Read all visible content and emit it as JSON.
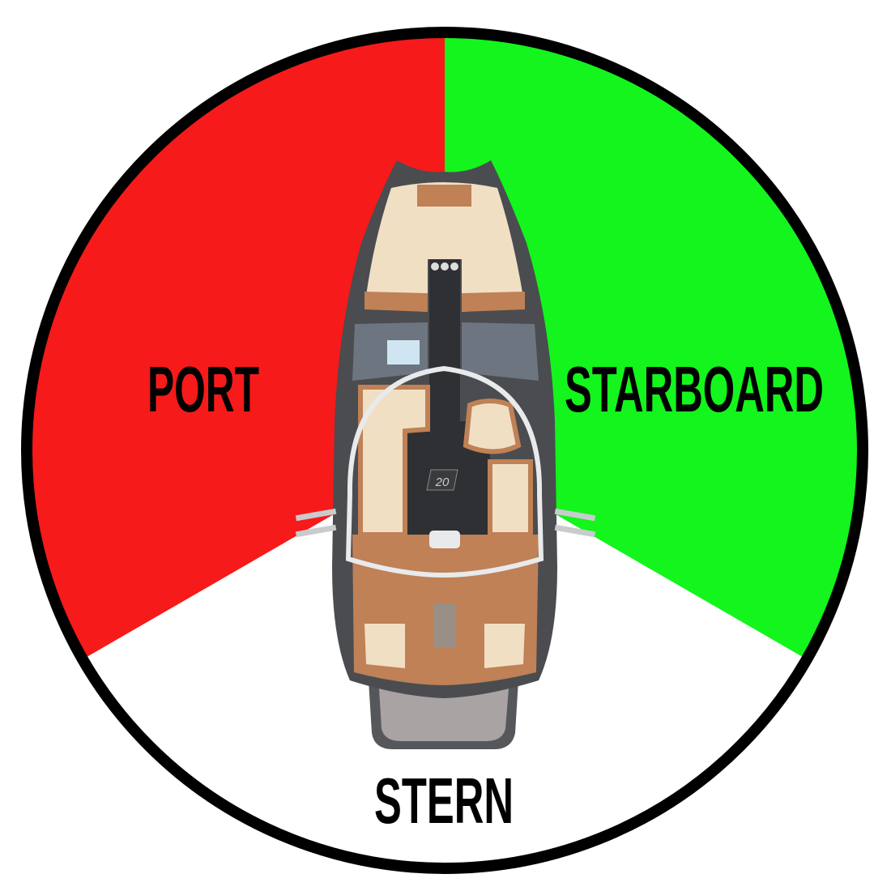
{
  "labels": {
    "port": "PORT",
    "starboard": "STARBOARD",
    "stern": "STERN"
  },
  "boat": {
    "model_badge": "20"
  },
  "colors": {
    "port": "#f61a1a",
    "starboard": "#13f51c",
    "stern": "#ffffff",
    "border": "#000000",
    "hull": "#4a4c50",
    "upholstery_light": "#f1dfc4",
    "upholstery_tan": "#bf8155",
    "deck": "#2f3033"
  }
}
